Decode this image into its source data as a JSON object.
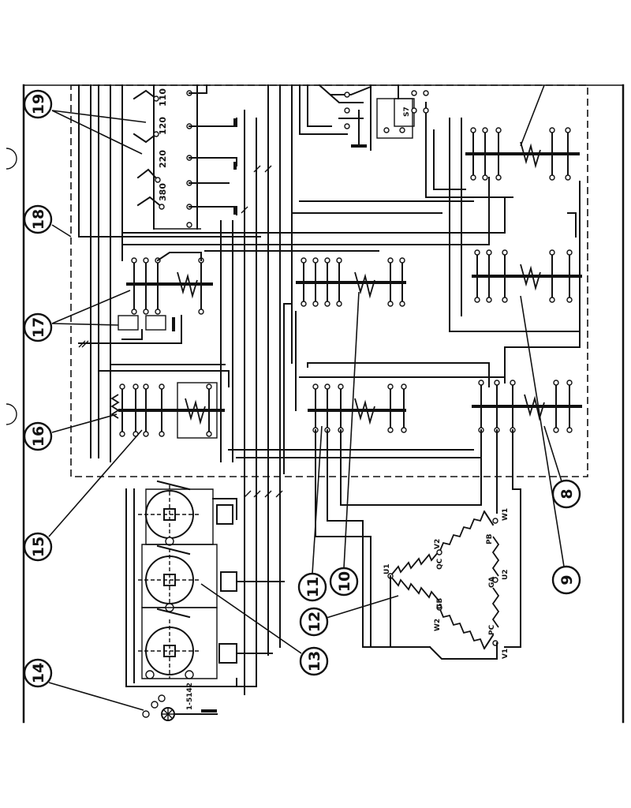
{
  "voltage_selector": {
    "labels": [
      "110",
      "120",
      "220",
      "380"
    ]
  },
  "motor_windings": {
    "labels": [
      "U1",
      "V2",
      "QC",
      "PB",
      "W1",
      "GA",
      "U2",
      "GB",
      "W2",
      "PC",
      "V1"
    ]
  },
  "part_code": {
    "label": "1-5142"
  },
  "callouts": [
    {
      "label": "19",
      "target": "voltage selector"
    },
    {
      "label": "18",
      "target": "enclosure"
    },
    {
      "label": "17",
      "target": "contactor"
    },
    {
      "label": "16",
      "target": "overload relay"
    },
    {
      "label": "15",
      "target": "contactor"
    },
    {
      "label": "14",
      "target": "switch"
    },
    {
      "label": "13",
      "target": "cam switches"
    },
    {
      "label": "12",
      "target": "motor winding"
    },
    {
      "label": "11",
      "target": "contactor"
    },
    {
      "label": "10",
      "target": "contactor"
    },
    {
      "label": "9",
      "target": "contactor"
    },
    {
      "label": "8",
      "target": "contactor"
    }
  ]
}
